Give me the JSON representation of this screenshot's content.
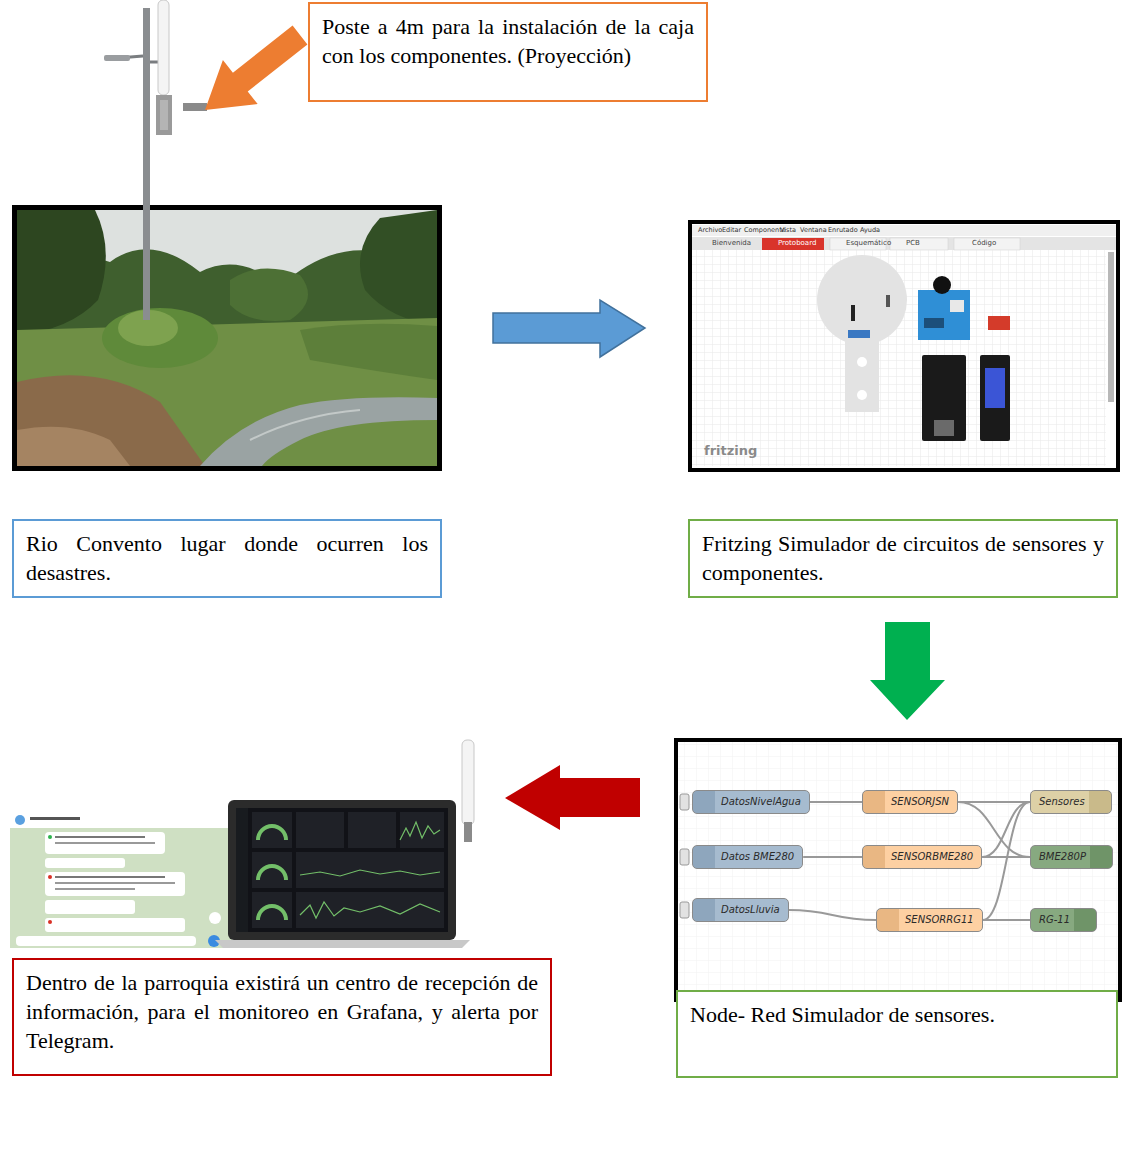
{
  "diagram": {
    "nodes": [
      {
        "text": [
          "Poste a 4m para la instalación de la caja con los componentes. (Proyección)"
        ]
      },
      {
        "text": [
          "Rio Convento lugar donde ocurren los desastres."
        ]
      },
      {
        "text": [
          "Fritzing Simulador de circuitos de sensores y componentes."
        ]
      },
      {
        "text": [
          "DatosNivelAgua"
        ]
      },
      {
        "text": [
          "Datos BME280"
        ]
      },
      {
        "text": [
          "DatosLluvia"
        ]
      },
      {
        "text": [
          "SENSORJSN"
        ]
      },
      {
        "text": [
          "SENSORBME280"
        ]
      },
      {
        "text": [
          "SENSORRG11"
        ]
      },
      {
        "text": [
          "Sensores"
        ]
      },
      {
        "text": [
          "BME280P"
        ]
      },
      {
        "text": [
          "RG-11"
        ]
      },
      {
        "text": [
          "Dentro de la parroquia existirá un centro de recepción de información, para el monitoreo en Grafana, y alerta por Telegram."
        ]
      },
      {
        "text": [
          "Node- Red Simulador de sensores."
        ]
      }
    ],
    "edges": [
      {
        "from": 3,
        "to": 6,
        "arrow": "none"
      },
      {
        "from": 4,
        "to": 7,
        "arrow": "none"
      },
      {
        "from": 5,
        "to": 8,
        "arrow": "none"
      },
      {
        "from": 6,
        "to": 9,
        "arrow": "none"
      },
      {
        "from": 6,
        "to": 10,
        "arrow": "none"
      },
      {
        "from": 7,
        "to": 9,
        "arrow": "none"
      },
      {
        "from": 7,
        "to": 10,
        "arrow": "none"
      },
      {
        "from": 8,
        "to": 9,
        "arrow": "none"
      },
      {
        "from": 8,
        "to": 11,
        "arrow": "none"
      }
    ],
    "labels": [
      "Archivo",
      "Editar",
      "Componente",
      "Vista",
      "Ventana",
      "Enrutado",
      "Ayuda",
      "Bienvenida",
      "Protoboard",
      "Esquemático",
      "PCB",
      "Código",
      "fritzing"
    ]
  }
}
